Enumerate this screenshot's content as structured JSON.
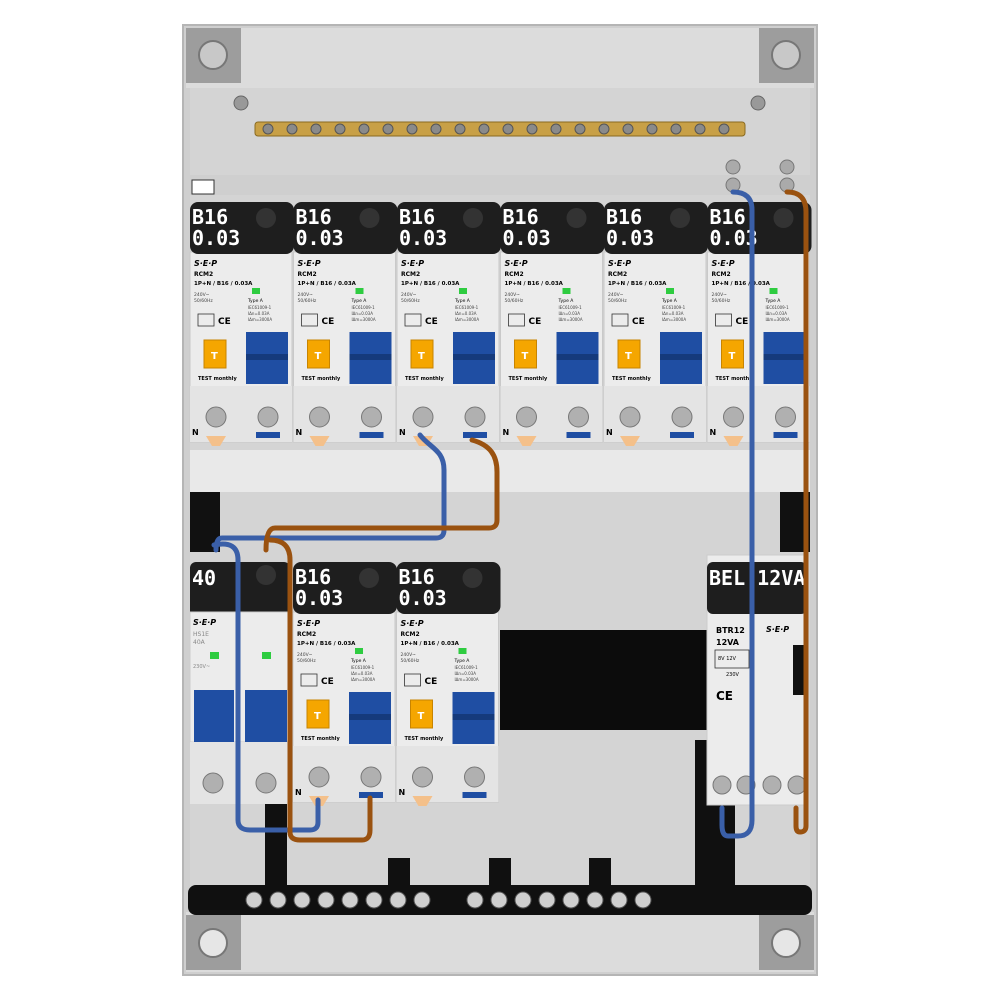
{
  "colors": {
    "frame": "#c9c9c9",
    "frame_light": "#dedede",
    "breaker_body": "#ececec",
    "label_bg": "#1e1e1e",
    "label_text": "#ffffff",
    "handle_blue": "#1f4ea3",
    "test_button": "#f5a600",
    "busbar_brass": "#c8a046",
    "wire_blue": "#3a5fa8",
    "wire_brown": "#9a5210",
    "led_green": "#2ecc40",
    "din_rail": "#101010"
  },
  "row1": {
    "breakers": [
      {
        "label_top": "B16",
        "label_bottom": "0.03",
        "brand": "S·E·P",
        "model": "RCM2",
        "spec": "1P+N / B16 / 0.03A",
        "test_label": "TEST monthly",
        "n_label": "N",
        "type_label": "Type A",
        "std": "IEC61009-1",
        "i_delta": "IΔn=0.03A",
        "i_cn": "IΔm=3000A",
        "volt": "240V~",
        "freq": "50/60Hz",
        "button_mark": "T"
      },
      {
        "label_top": "B16",
        "label_bottom": "0.03",
        "brand": "S·E·P",
        "model": "RCM2",
        "spec": "1P+N / B16 / 0.03A",
        "test_label": "TEST monthly",
        "n_label": "N",
        "type_label": "Type A",
        "std": "IEC61009-1",
        "i_delta": "IΔn=0.03A",
        "i_cn": "IΔm=3000A",
        "volt": "240V~",
        "freq": "50/60Hz",
        "button_mark": "T"
      },
      {
        "label_top": "B16",
        "label_bottom": "0.03",
        "brand": "S·E·P",
        "model": "RCM2",
        "spec": "1P+N / B16 / 0.03A",
        "test_label": "TEST monthly",
        "n_label": "N",
        "type_label": "Type A",
        "std": "IEC61009-1",
        "i_delta": "IΔn=0.03A",
        "i_cn": "IΔm=3000A",
        "volt": "240V~",
        "freq": "50/60Hz",
        "button_mark": "T"
      },
      {
        "label_top": "B16",
        "label_bottom": "0.03",
        "brand": "S·E·P",
        "model": "RCM2",
        "spec": "1P+N / B16 / 0.03A",
        "test_label": "TEST monthly",
        "n_label": "N",
        "type_label": "Type A",
        "std": "IEC61009-1",
        "i_delta": "IΔn=0.03A",
        "i_cn": "IΔm=3000A",
        "volt": "240V~",
        "freq": "50/60Hz",
        "button_mark": "T"
      },
      {
        "label_top": "B16",
        "label_bottom": "0.03",
        "brand": "S·E·P",
        "model": "RCM2",
        "spec": "1P+N / B16 / 0.03A",
        "test_label": "TEST monthly",
        "n_label": "N",
        "type_label": "Type A",
        "std": "IEC61009-1",
        "i_delta": "IΔn=0.03A",
        "i_cn": "IΔm=3000A",
        "volt": "240V~",
        "freq": "50/60Hz",
        "button_mark": "T"
      },
      {
        "label_top": "B16",
        "label_bottom": "0.03",
        "brand": "S·E·P",
        "model": "RCM2",
        "spec": "1P+N / B16 / 0.03A",
        "test_label": "TEST monthly",
        "n_label": "N",
        "type_label": "Type A",
        "std": "IEC61009-1",
        "i_delta": "IΔn=0.03A",
        "i_cn": "IΔm=3000A",
        "volt": "240V~",
        "freq": "50/60Hz",
        "button_mark": "T"
      }
    ]
  },
  "row2": {
    "main_switch": {
      "label_top": "40",
      "brand": "S·E·P",
      "model": "HS1E",
      "rating": "40A",
      "volt": "230V~"
    },
    "breakers": [
      {
        "label_top": "B16",
        "label_bottom": "0.03",
        "brand": "S·E·P",
        "model": "RCM2",
        "spec": "1P+N / B16 / 0.03A",
        "test_label": "TEST monthly",
        "n_label": "N",
        "type_label": "Type A",
        "std": "IEC61009-1",
        "i_delta": "IΔn=0.03A",
        "i_cn": "IΔm=3000A",
        "volt": "240V~",
        "freq": "50/60Hz",
        "button_mark": "T"
      },
      {
        "label_top": "B16",
        "label_bottom": "0.03",
        "brand": "S·E·P",
        "model": "RCM2",
        "spec": "1P+N / B16 / 0.03A",
        "test_label": "TEST monthly",
        "n_label": "N",
        "type_label": "Type A",
        "std": "IEC61009-1",
        "i_delta": "IΔn=0.03A",
        "i_cn": "IΔm=3000A",
        "volt": "240V~",
        "freq": "50/60Hz",
        "button_mark": "T"
      }
    ],
    "transformer": {
      "label_top": "BEL 12VA",
      "brand": "S·E·P",
      "model": "BTR12",
      "rating": "12VA",
      "output": "8V 12V",
      "input": "230V"
    }
  }
}
